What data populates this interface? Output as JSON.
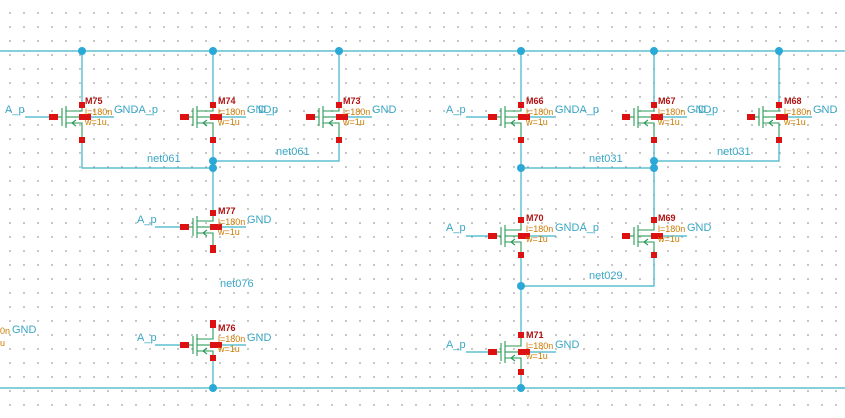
{
  "colors": {
    "wire": "#3cb4c8",
    "device": "#2a9a5a",
    "pin": "#dd1111",
    "node": "#2aa8d6",
    "net_label": "#3aa6c4",
    "instance_label": "#b01010",
    "param_label": "#cc7a00"
  },
  "transistors": [
    {
      "name": "M75",
      "l": "l=180n",
      "w": "w=1u",
      "gate": "A_p",
      "bulk": "GNDA_p"
    },
    {
      "name": "M74",
      "l": "l=180n",
      "w": "w=1u",
      "gate": "",
      "bulk": "GND"
    },
    {
      "name": "M73",
      "l": "l=180n",
      "w": "w=1u",
      "gate": "",
      "bulk": "GND"
    },
    {
      "name": "M66",
      "l": "l=180n",
      "w": "w=1u",
      "gate": "A_p",
      "bulk": "GNDA_p"
    },
    {
      "name": "M67",
      "l": "l=180n",
      "w": "w=1u",
      "gate": "",
      "bulk": "GND"
    },
    {
      "name": "M68",
      "l": "l=180n",
      "w": "w=1u",
      "gate": "",
      "bulk": "GND"
    },
    {
      "name": "M77",
      "l": "l=180n",
      "w": "w=1u",
      "gate": "A_p",
      "bulk": "GND"
    },
    {
      "name": "M70",
      "l": "l=180n",
      "w": "w=1u",
      "gate": "A_p",
      "bulk": "GNDA_p"
    },
    {
      "name": "M69",
      "l": "l=180n",
      "w": "w=1u",
      "gate": "",
      "bulk": "GND"
    },
    {
      "name": "M76",
      "l": "l=180n",
      "w": "w=1u",
      "gate": "A_p",
      "bulk": "GND"
    },
    {
      "name": "M71",
      "l": "l=180n",
      "w": "w=1u",
      "gate": "A_p",
      "bulk": "GND"
    }
  ],
  "net_labels": [
    "net061",
    "net061",
    "net031",
    "net031",
    "net029",
    "net076"
  ],
  "partial_labels": {
    "left_bulk": "GND",
    "left_l": "0n",
    "left_w": "u",
    "m74_gate": "D_p",
    "m67_gate": "D_p"
  }
}
